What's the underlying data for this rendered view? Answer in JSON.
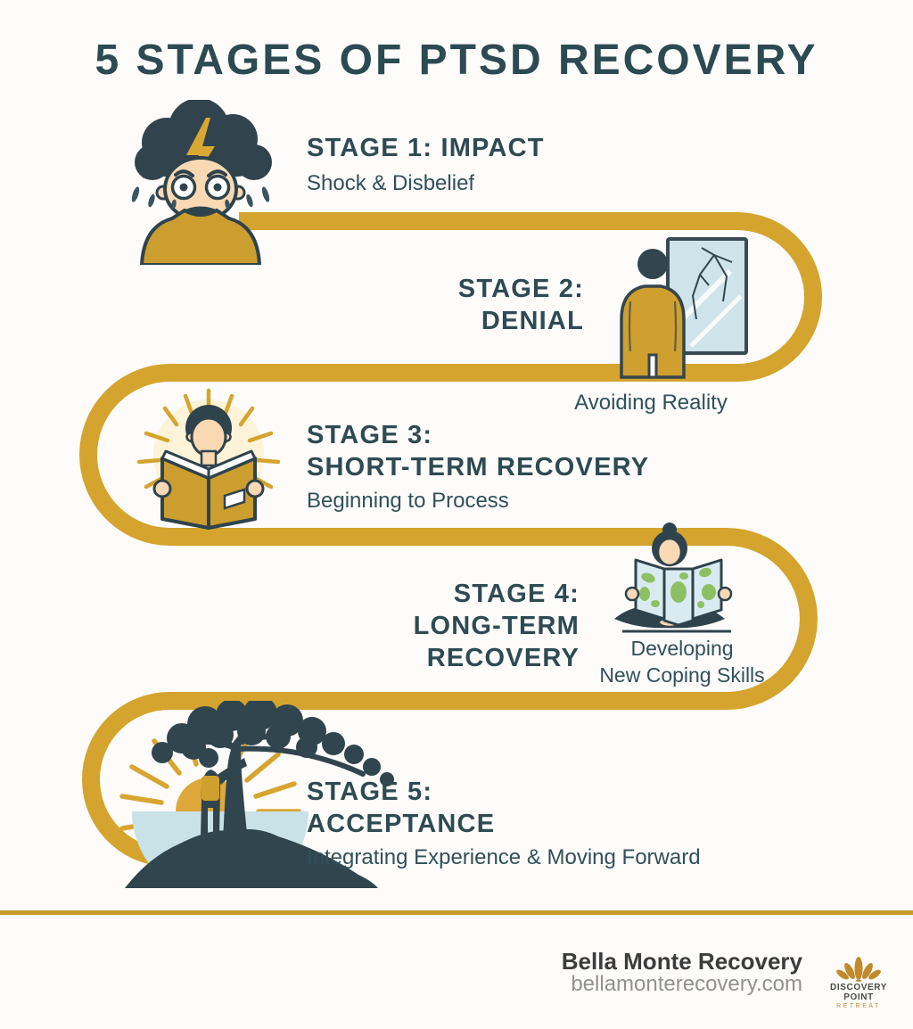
{
  "title": "5 STAGES OF PTSD RECOVERY",
  "stages": [
    {
      "heading": [
        "STAGE 1: IMPACT"
      ],
      "subtitle": [
        "Shock & Disbelief"
      ],
      "icon": "distressed-person-storm-cloud"
    },
    {
      "heading": [
        "STAGE 2:",
        "DENIAL"
      ],
      "subtitle": [
        "Avoiding Reality"
      ],
      "icon": "person-facing-cracked-mirror"
    },
    {
      "heading": [
        "STAGE 3:",
        "SHORT-TERM RECOVERY"
      ],
      "subtitle": [
        "Beginning to Process"
      ],
      "icon": "person-reading-glowing-book"
    },
    {
      "heading": [
        "STAGE 4:",
        "LONG-TERM",
        "RECOVERY"
      ],
      "subtitle": [
        "Developing",
        "New Coping Skills"
      ],
      "icon": "person-sitting-reading-map"
    },
    {
      "heading": [
        "STAGE 5:",
        "ACCEPTANCE"
      ],
      "subtitle": [
        "Integrating Experience & Moving Forward"
      ],
      "icon": "person-with-tree-at-sunrise"
    }
  ],
  "footer": {
    "brand": "Bella Monte Recovery",
    "website": "bellamonterecovery.com",
    "logo": {
      "name": "DISCOVERY POINT",
      "tagline": "RETREAT",
      "icon": "lotus-icon"
    }
  },
  "colors": {
    "path_gold": "#D5A42E",
    "heading_teal": "#2E4A52",
    "illustration_gold": "#CC9E2F",
    "sky_blue": "#CFE4EA",
    "map_green": "#8CC063",
    "logo_gold": "#C08A2D"
  }
}
